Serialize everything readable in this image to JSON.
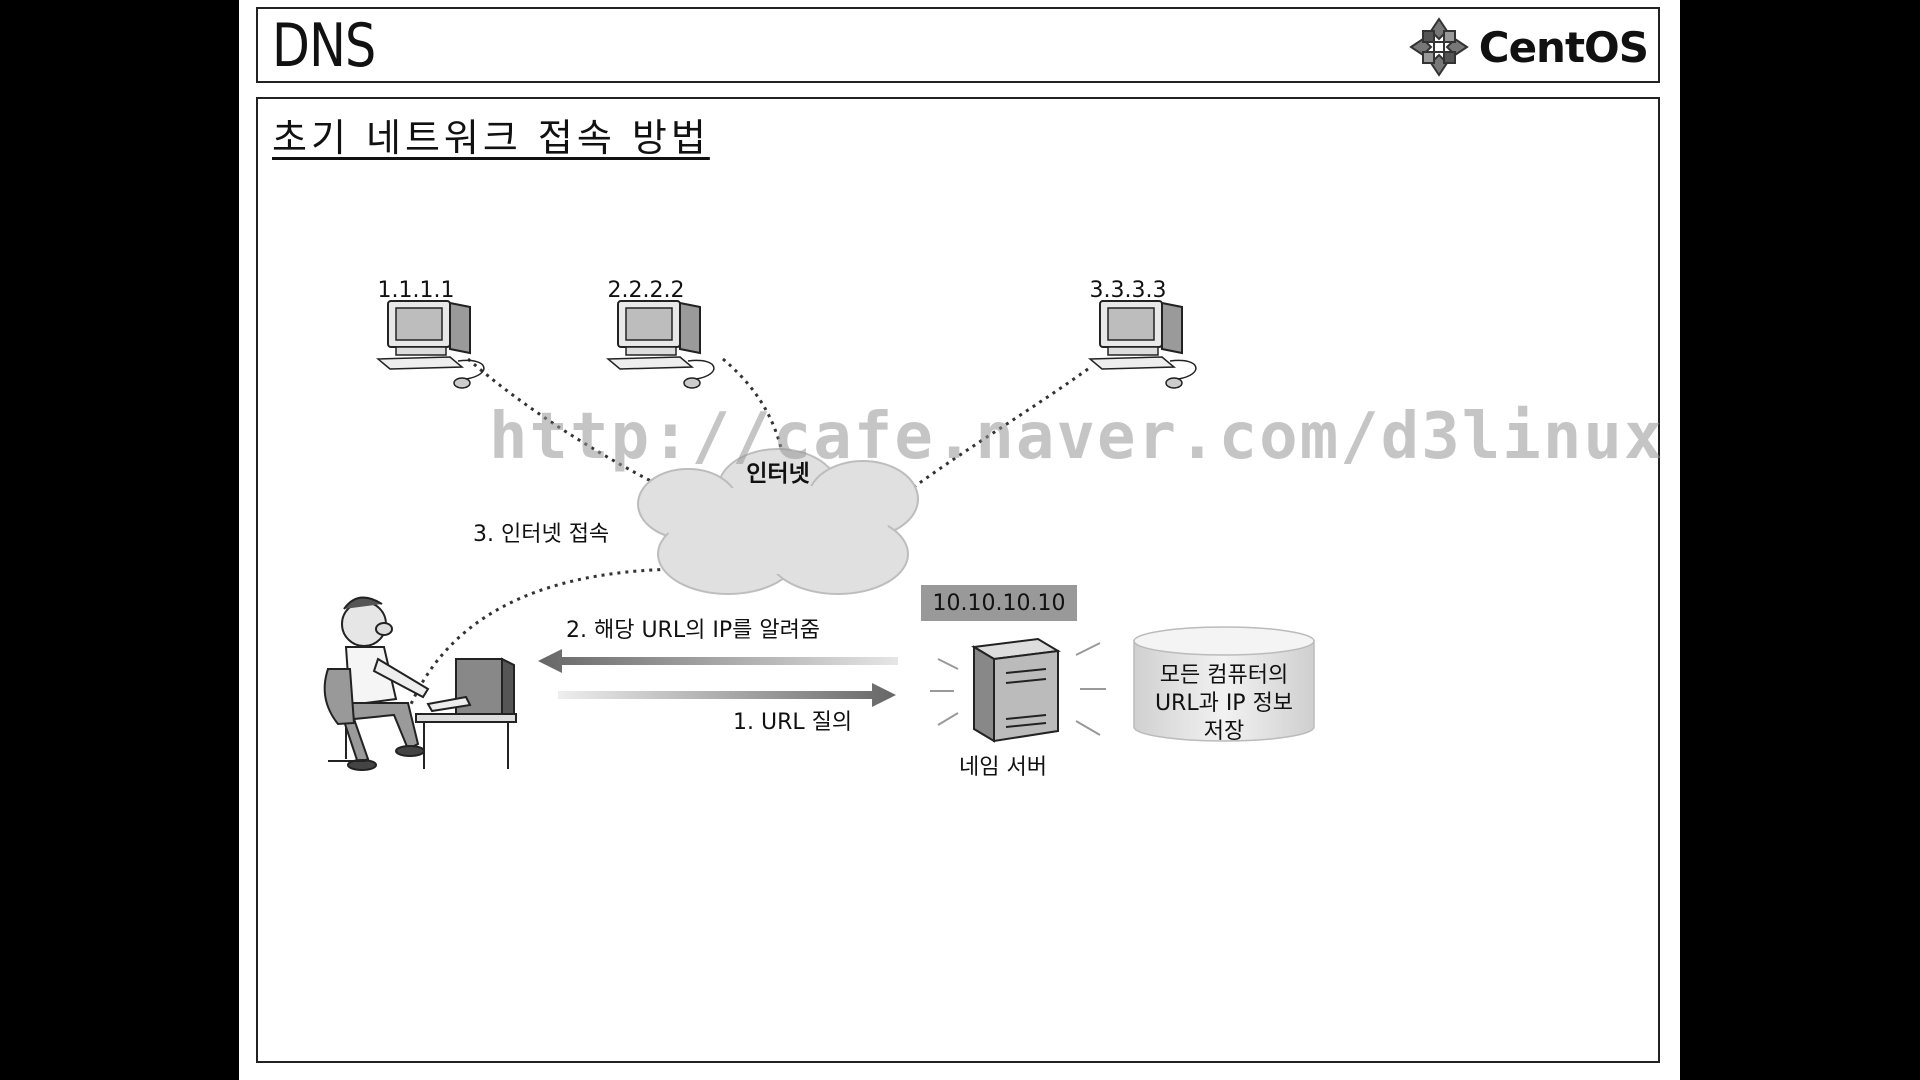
{
  "slide": {
    "title": "DNS",
    "logo_text": "CentOS",
    "section_title": "초기 네트워크 접속 방법"
  },
  "diagram": {
    "computers": [
      {
        "ip": "1.1.1.1"
      },
      {
        "ip": "2.2.2.2"
      },
      {
        "ip": "3.3.3.3"
      }
    ],
    "cloud_label": "인터넷",
    "step3_label": "3. 인터넷 접속",
    "step2_label": "2. 해당 URL의 IP를 알려줌",
    "step1_label": "1. URL 질의",
    "server_ip": "10.10.10.10",
    "server_label": "네임 서버",
    "database_lines": [
      "모든 컴퓨터의",
      "URL과 IP 정보",
      "저장"
    ]
  },
  "watermark": "http://cafe.naver.com/d3linux",
  "icons": [
    "centos-logo-icon",
    "computer-icon",
    "cloud-icon",
    "user-at-computer-icon",
    "server-icon",
    "database-icon",
    "arrow-left-icon",
    "arrow-right-icon"
  ]
}
